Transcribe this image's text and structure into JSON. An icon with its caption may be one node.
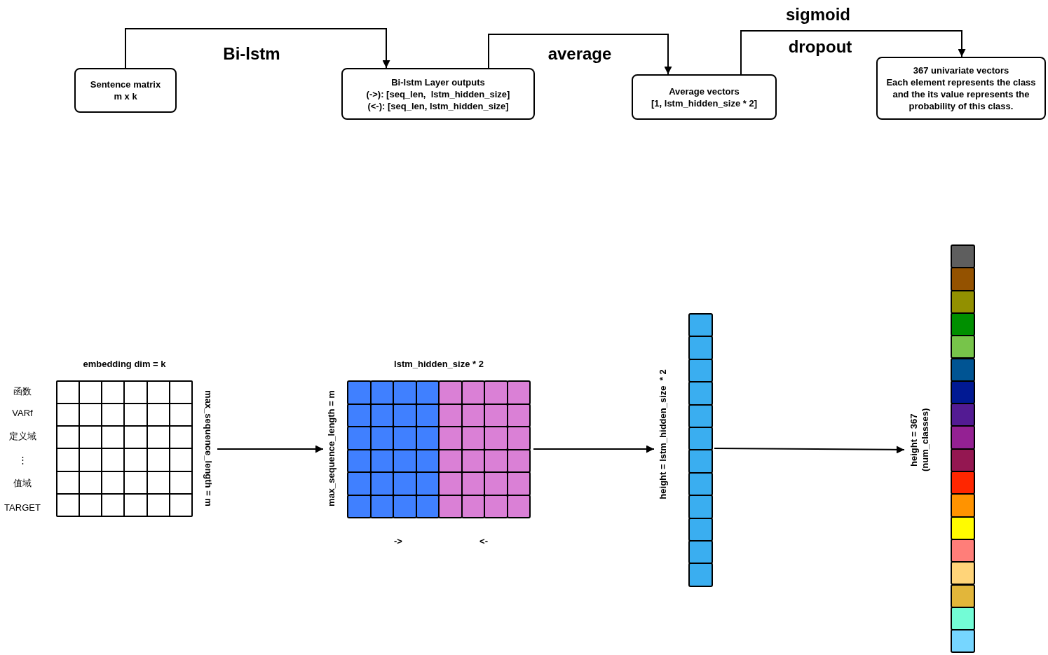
{
  "diagram": {
    "nodes": [
      {
        "text": [
          "Sentence matrix",
          "m x k"
        ]
      },
      {
        "text": [
          "Bi-lstm Layer outputs",
          "(->): [seq_len,  lstm_hidden_size]",
          "(<-): [seq_len, lstm_hidden_size]"
        ]
      },
      {
        "text": [
          "Average vectors",
          "[1, lstm_hidden_size * 2]"
        ]
      },
      {
        "text": [
          "367 univariate vectors",
          "Each element represents the class and the its value represents the probability of this class."
        ]
      },
      {
        "text": [
          "embedding dim = k"
        ],
        "beside": [
          "函数",
          "VARf",
          "定义域",
          "⋮",
          "值域",
          "TARGET",
          "max_sequence_length = m"
        ]
      },
      {
        "text": [
          "lstm_hidden_size * 2"
        ],
        "beside": [
          "max_sequence_length = m",
          "->",
          "<-"
        ]
      },
      {
        "text": [
          "height = lstm_hidden_size  * 2"
        ]
      },
      {
        "text": [
          "height = 367 (num_classes)"
        ]
      }
    ],
    "edges": [
      {
        "from": 0,
        "to": 1,
        "arrow": "to",
        "label": "Bi-lstm"
      },
      {
        "from": 1,
        "to": 2,
        "arrow": "to",
        "label": "average"
      },
      {
        "from": 2,
        "to": 3,
        "arrow": "to",
        "label": "dropout"
      },
      {
        "from": 4,
        "to": 5,
        "arrow": "to"
      },
      {
        "from": 5,
        "to": 6,
        "arrow": "to"
      },
      {
        "from": 6,
        "to": 7,
        "arrow": "to"
      }
    ],
    "labels": [
      "sigmoid"
    ]
  }
}
